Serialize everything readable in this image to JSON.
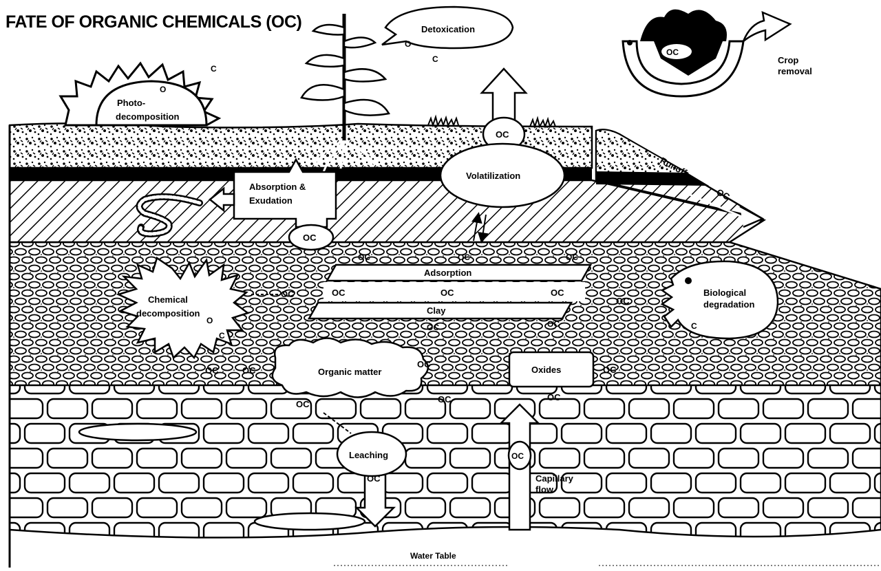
{
  "title": "FATE OF ORGANIC CHEMICALS (OC)",
  "colors": {
    "ink": "#000000",
    "paper": "#ffffff"
  },
  "labels": {
    "detoxication": "Detoxication",
    "photo_line1": "Photo-",
    "photo_line2": "decomposition",
    "crop_line1": "Crop",
    "crop_line2": "removal",
    "absorption_line1": "Absorption &",
    "absorption_line2": "Exudation",
    "volatilization": "Volatilization",
    "runoff": "Runoff",
    "adsorption": "Adsorption",
    "clay": "Clay",
    "chemical_line1": "Chemical",
    "chemical_line2": "decomposition",
    "biological_line1": "Biological",
    "biological_line2": "degradation",
    "organic_matter": "Organic matter",
    "oxides": "Oxides",
    "leaching": "Leaching",
    "capillary_line1": "Capillary",
    "capillary_line2": "flow",
    "water_table": "Water Table",
    "oc": "OC",
    "o": "O",
    "c": "C"
  },
  "icons": [
    "sun-icon",
    "plant-icon",
    "crop-bowl-icon",
    "earthworm-icon",
    "grass-icon"
  ]
}
